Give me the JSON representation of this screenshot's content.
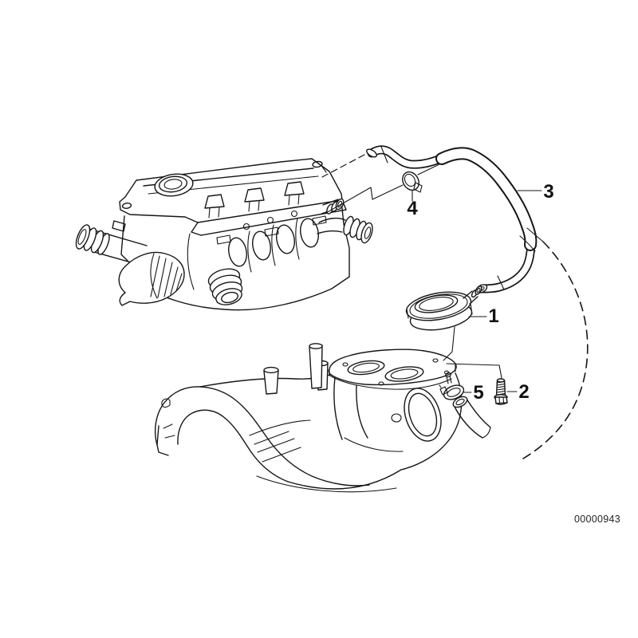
{
  "page": {
    "background_color": "#ffffff",
    "line_color": "#161616",
    "doc_number": "00000943"
  },
  "diagram": {
    "callouts": [
      {
        "label": "1"
      },
      {
        "label": "2"
      },
      {
        "label": "3"
      },
      {
        "label": "4"
      },
      {
        "label": "5"
      }
    ]
  }
}
